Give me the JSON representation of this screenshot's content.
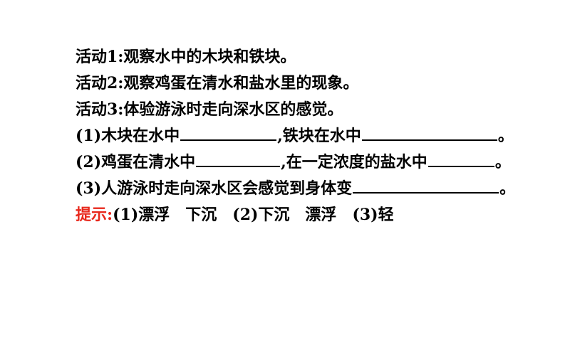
{
  "activities": [
    "活动1:观察水中的木块和铁块。",
    "活动2:观察鸡蛋在清水和盐水里的现象。",
    "活动3:体验游泳时走向深水区的感觉。"
  ],
  "questions": {
    "q1_part1": "(1)木块在水中",
    "q1_part2": ",铁块在水中",
    "q1_end": "。",
    "q2_part1": "(2)鸡蛋在清水中",
    "q2_part2": ",在一定浓度的盐水中",
    "q2_end": "。",
    "q3_part1": "(3)人游泳时走向深水区会感觉到身体变",
    "q3_end": "。"
  },
  "hint": {
    "label": "提示:",
    "a1": "(1)漂浮",
    "a2": "下沉",
    "a3": "(2)下沉",
    "a4": "漂浮",
    "a5": "(3)轻"
  },
  "colors": {
    "text": "#000000",
    "hint_label": "#e8281c"
  }
}
